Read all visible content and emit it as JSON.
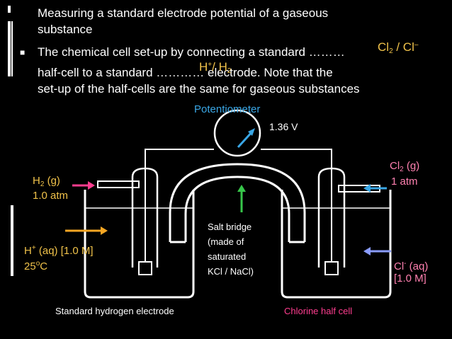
{
  "colors": {
    "background": "#000000",
    "text": "#ffffff",
    "accent_yellow": "#f0c24a",
    "magenta": "#ff3d8f",
    "blue": "#3aa7e6",
    "green": "#37c64a",
    "orange": "#f5a623",
    "pink": "#ff80b0",
    "periwinkle": "#8a9cff"
  },
  "slide": {
    "line1": "Measuring a standard electrode potential of a gaseous",
    "line2": "substance",
    "bullet_part1": "The chemical cell set-up by connecting a standard ………",
    "line4": "half-cell to a standard ………… electrode. Note that the",
    "line5": "set-up of the half-cells are the same for gaseous substances",
    "answer1_main": "Cl",
    "answer1_sub": "2",
    "answer1_rest": " / Cl",
    "answer1_sup": "–",
    "answer2_main": "H",
    "answer2_sup": "+",
    "answer2_mid": "/ H",
    "answer2_sub": "2"
  },
  "diagram": {
    "potentiometer_label": "Potentiometer",
    "voltage": "1.36 V",
    "h2_gas_main": "H",
    "h2_gas_sub": "2",
    "h2_gas_rest": " (g)",
    "h2_pressure": "1.0 atm",
    "h_ion_main": "H",
    "h_ion_sup": "+",
    "h_ion_rest": " (aq) [1.0 M]",
    "temperature_main": "25",
    "temperature_sup": "o",
    "temperature_rest": "C",
    "salt_bridge_lines": [
      "Salt bridge",
      "(made of",
      "saturated",
      "KCl / NaCl)"
    ],
    "cl2_gas_main": "Cl",
    "cl2_gas_sub": "2",
    "cl2_gas_rest": " (g)",
    "cl2_pressure": "1 atm",
    "cl_ion_main": "Cl",
    "cl_ion_sup": "-",
    "cl_ion_rest": " (aq)",
    "cl_ion_conc": "[1.0 M]",
    "left_caption": "Standard hydrogen electrode",
    "right_caption": "Chlorine half cell"
  }
}
